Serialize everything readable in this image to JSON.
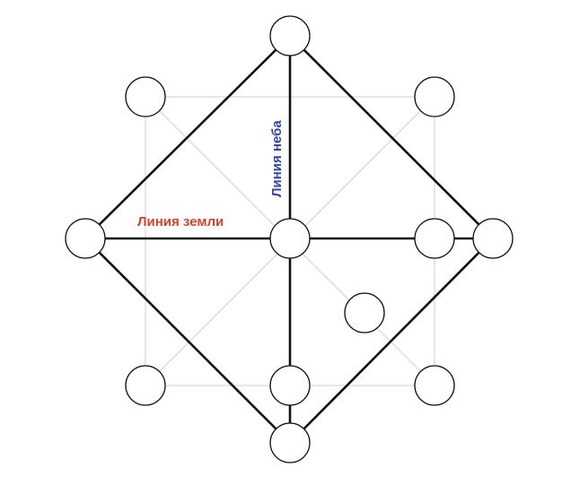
{
  "labels": {
    "earth_line": "Линия земли",
    "sky_line": "Линия неба"
  },
  "colors": {
    "earth_line": "#d9402b",
    "sky_line": "#3344b0",
    "lines": "#111111",
    "grid": "#cfcfcf"
  },
  "nodes": [
    {
      "id": "top"
    },
    {
      "id": "upper-left"
    },
    {
      "id": "upper-right"
    },
    {
      "id": "left"
    },
    {
      "id": "center"
    },
    {
      "id": "right-inner"
    },
    {
      "id": "right"
    },
    {
      "id": "inner-lower-right"
    },
    {
      "id": "lower-left"
    },
    {
      "id": "lower-center"
    },
    {
      "id": "lower-right"
    },
    {
      "id": "bottom"
    }
  ]
}
